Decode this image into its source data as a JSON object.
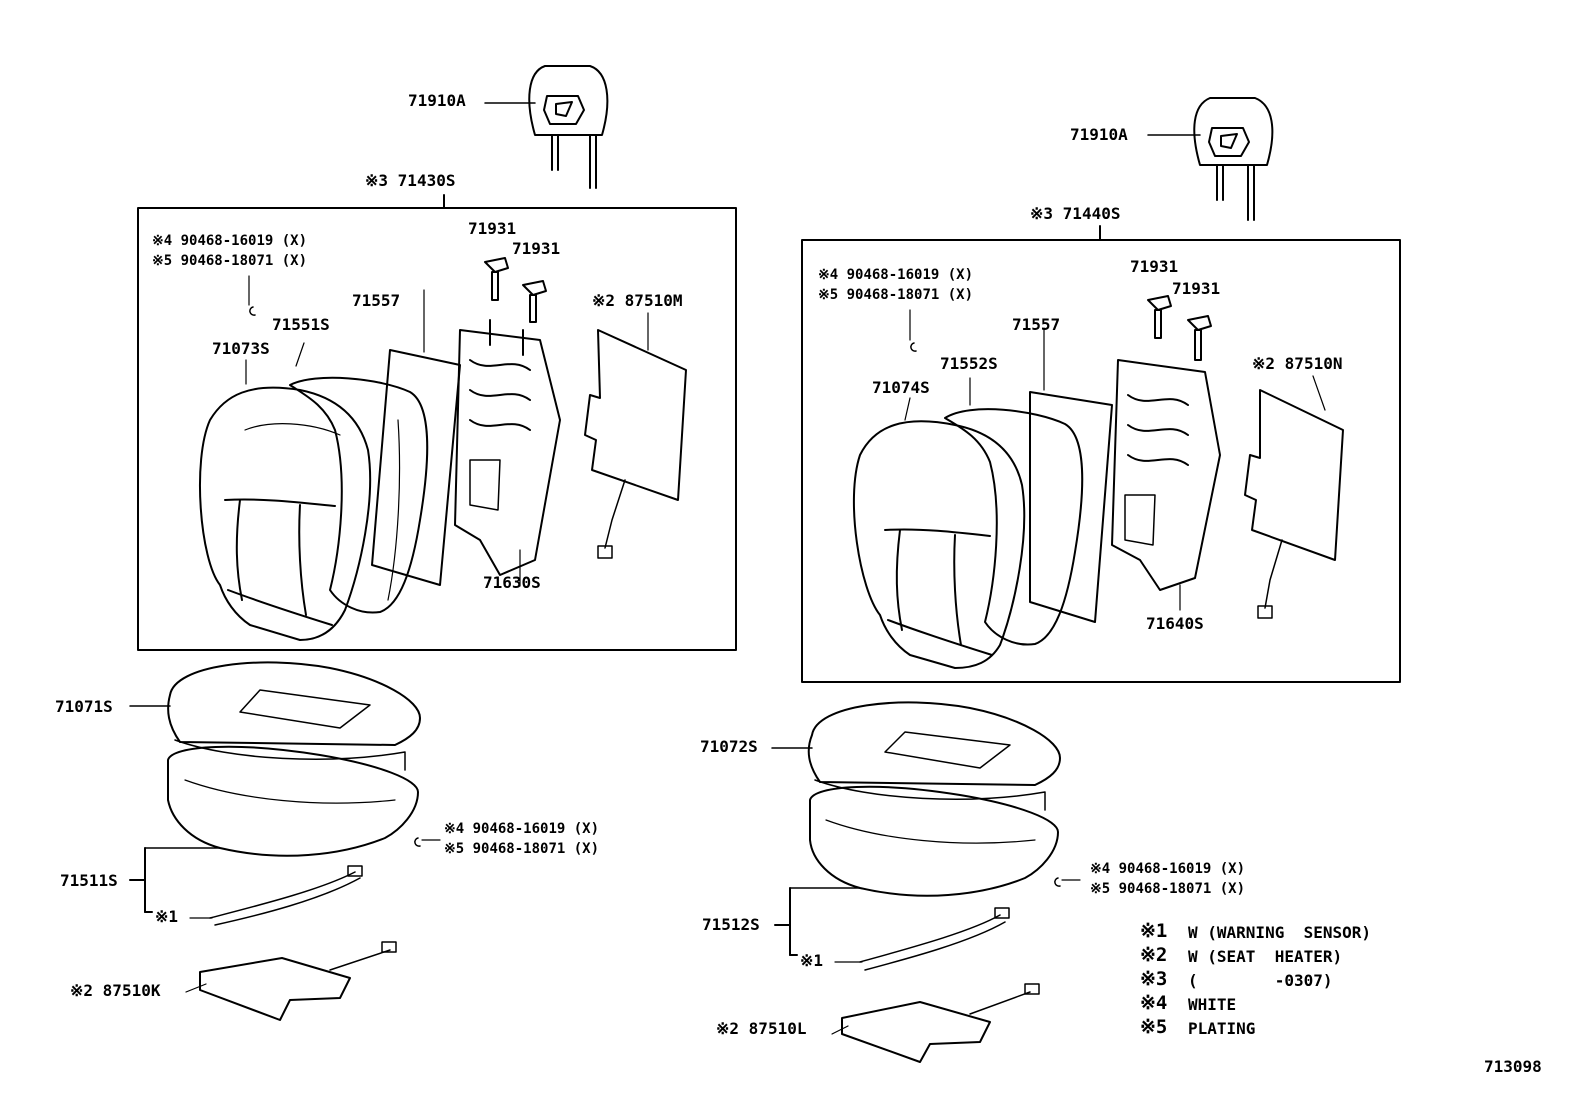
{
  "left": {
    "headrest": "71910A",
    "back_assy": "※3 71430S",
    "note4": "※4 90468-16019 (X)",
    "note5": "※5 90468-18071 (X)",
    "pin_a": "71931",
    "pin_b": "71931",
    "board": "71557",
    "pad": "71551S",
    "cover": "71073S",
    "heater_back": "※2 87510M",
    "frame": "71630S",
    "cushion_cover": "71071S",
    "cushion_pad": "71511S",
    "sensor": "※1",
    "heater_cushion": "※2 87510K",
    "clip4": "※4 90468-16019 (X)",
    "clip5": "※5 90468-18071 (X)"
  },
  "right": {
    "headrest": "71910A",
    "back_assy": "※3 71440S",
    "note4": "※4 90468-16019 (X)",
    "note5": "※5 90468-18071 (X)",
    "pin_a": "71931",
    "pin_b": "71931",
    "board": "71557",
    "pad": "71552S",
    "cover": "71074S",
    "heater_back": "※2 87510N",
    "frame": "71640S",
    "cushion_cover": "71072S",
    "cushion_pad": "71512S",
    "sensor": "※1",
    "heater_cushion": "※2 87510L",
    "clip4": "※4 90468-16019 (X)",
    "clip5": "※5 90468-18071 (X)"
  },
  "legend": [
    {
      "mark": "※1",
      "text": "W (WARNING  SENSOR)"
    },
    {
      "mark": "※2",
      "text": "W (SEAT  HEATER)"
    },
    {
      "mark": "※3",
      "text": "(        -0307)"
    },
    {
      "mark": "※4",
      "text": "WHITE"
    },
    {
      "mark": "※5",
      "text": "PLATING"
    }
  ],
  "figure_id": "713098"
}
